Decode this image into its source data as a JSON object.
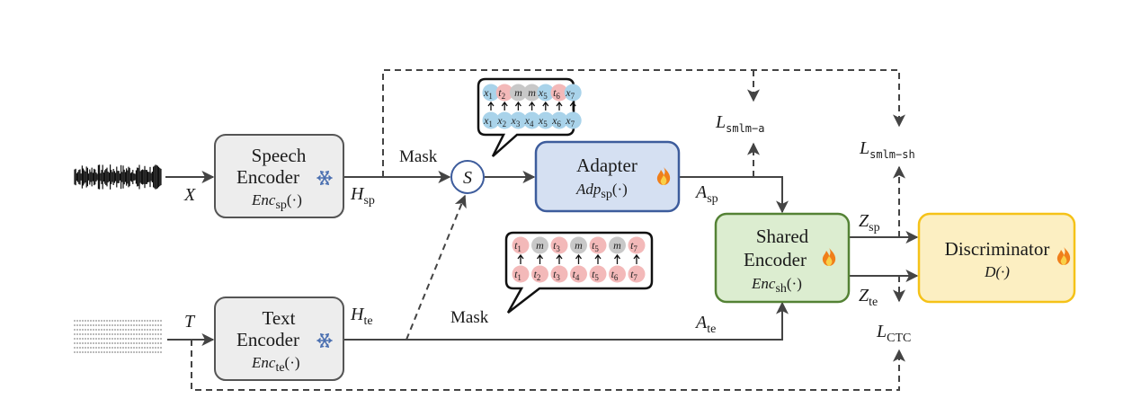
{
  "boxes": {
    "speech_encoder": {
      "line1": "Speech",
      "line2": "Encoder",
      "func_base": "Enc",
      "func_sub": "sp",
      "func_arg": "(·)"
    },
    "text_encoder": {
      "line1": "Text",
      "line2": "Encoder",
      "func_base": "Enc",
      "func_sub": "te",
      "func_arg": "(·)"
    },
    "adapter": {
      "line1": "Adapter",
      "func_base": "Adp",
      "func_sub": "sp",
      "func_arg": "(·)"
    },
    "shared_encoder": {
      "line1": "Shared",
      "line2": "Encoder",
      "func_base": "Enc",
      "func_sub": "sh",
      "func_arg": "(·)"
    },
    "discriminator": {
      "line1": "Discriminator",
      "func": "D(·)"
    }
  },
  "labels": {
    "X": "X",
    "T": "T",
    "H_sp": {
      "base": "H",
      "sub": "sp"
    },
    "H_te": {
      "base": "H",
      "sub": "te"
    },
    "A_sp": {
      "base": "A",
      "sub": "sp"
    },
    "A_te": {
      "base": "A",
      "sub": "te"
    },
    "Z_sp": {
      "base": "Z",
      "sub": "sp"
    },
    "Z_te": {
      "base": "Z",
      "sub": "te"
    },
    "L_smlm_a": {
      "base": "L",
      "sub": "smlm−a"
    },
    "L_smlm_sh": {
      "base": "L",
      "sub": "smlm−sh"
    },
    "L_ctc": {
      "base": "L",
      "sub": "CTC"
    },
    "mask_top": "Mask",
    "mask_bottom": "Mask",
    "switch": "S"
  },
  "speech_bubble": {
    "top_row": [
      {
        "base": "x",
        "sub": "1",
        "kind": "speech"
      },
      {
        "base": "t",
        "sub": "2",
        "kind": "text"
      },
      {
        "base": "m",
        "sub": "",
        "kind": "mask"
      },
      {
        "base": "m",
        "sub": "",
        "kind": "mask"
      },
      {
        "base": "x",
        "sub": "5",
        "kind": "speech"
      },
      {
        "base": "t",
        "sub": "6",
        "kind": "text"
      },
      {
        "base": "x",
        "sub": "7",
        "kind": "speech"
      }
    ],
    "bottom_row": [
      {
        "base": "x",
        "sub": "1",
        "kind": "speech"
      },
      {
        "base": "x",
        "sub": "2",
        "kind": "speech"
      },
      {
        "base": "x",
        "sub": "3",
        "kind": "speech"
      },
      {
        "base": "x",
        "sub": "4",
        "kind": "speech"
      },
      {
        "base": "x",
        "sub": "5",
        "kind": "speech"
      },
      {
        "base": "x",
        "sub": "6",
        "kind": "speech"
      },
      {
        "base": "x",
        "sub": "7",
        "kind": "speech"
      }
    ]
  },
  "text_bubble": {
    "top_row": [
      {
        "base": "t",
        "sub": "1",
        "kind": "text"
      },
      {
        "base": "m",
        "sub": "",
        "kind": "mask"
      },
      {
        "base": "t",
        "sub": "3",
        "kind": "text"
      },
      {
        "base": "m",
        "sub": "",
        "kind": "mask"
      },
      {
        "base": "t",
        "sub": "5",
        "kind": "text"
      },
      {
        "base": "m",
        "sub": "",
        "kind": "mask"
      },
      {
        "base": "t",
        "sub": "7",
        "kind": "text"
      }
    ],
    "bottom_row": [
      {
        "base": "t",
        "sub": "1",
        "kind": "text"
      },
      {
        "base": "t",
        "sub": "2",
        "kind": "text"
      },
      {
        "base": "t",
        "sub": "3",
        "kind": "text"
      },
      {
        "base": "t",
        "sub": "4",
        "kind": "text"
      },
      {
        "base": "t",
        "sub": "5",
        "kind": "text"
      },
      {
        "base": "t",
        "sub": "6",
        "kind": "text"
      },
      {
        "base": "t",
        "sub": "7",
        "kind": "text"
      }
    ]
  },
  "colors": {
    "speech_token": "#a9d3ea",
    "text_token": "#f3b9b9",
    "mask_token": "#c8c8c8",
    "encoder_fill": "#ededed",
    "adapter_fill": "#d5e0f2",
    "adapter_stroke": "#3d5c9c",
    "shared_fill": "#dcedd0",
    "shared_stroke": "#548235",
    "disc_fill": "#fcefc2",
    "disc_stroke": "#f5c218",
    "line": "#444444",
    "snowflake": "#4a6fb0"
  },
  "icons": {
    "frozen": "snowflake-icon",
    "trainable": "flame-icon",
    "waveform": "waveform-icon",
    "document": "document-icon"
  }
}
